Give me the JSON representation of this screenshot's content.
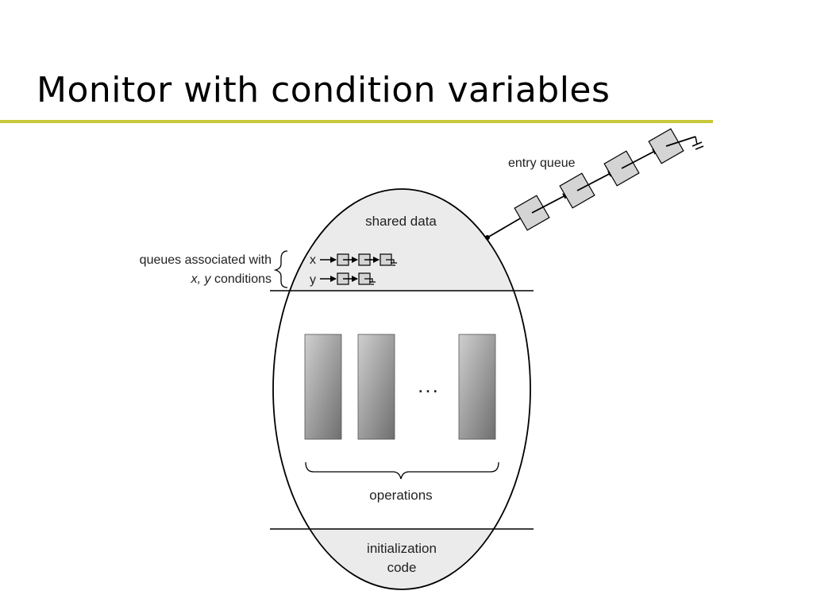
{
  "slide": {
    "title": "Monitor with condition variables",
    "accent_color": "#c8c83a"
  },
  "diagram": {
    "entry_queue_label": "entry queue",
    "shared_data_label": "shared data",
    "queues_label_line1": "queues associated with",
    "queues_label_line2_vars": "x, y",
    "queues_label_line2_rest": " conditions",
    "condition_x_label": "x",
    "condition_y_label": "y",
    "ellipsis": "...",
    "operations_label": "operations",
    "init_label_line1": "initialization",
    "init_label_line2": "code",
    "colors": {
      "region_fill": "#ebebeb",
      "queue_box_fill": "#d4d4d4",
      "outline": "#000000"
    }
  }
}
